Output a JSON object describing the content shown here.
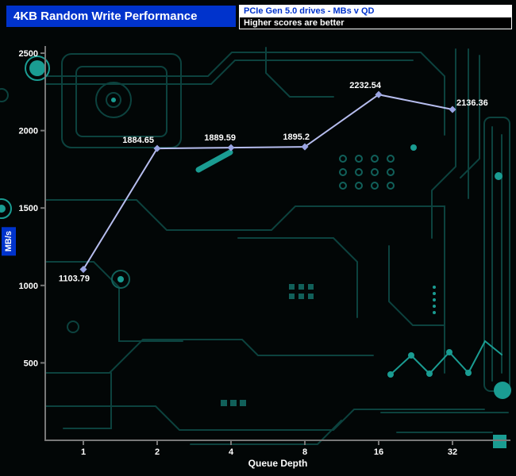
{
  "header": {
    "title": "4KB Random Write Performance",
    "info_box_line1": "PCIe Gen 5.0 drives - MBs v QD",
    "info_box_line2": "Higher scores are better"
  },
  "chart_data": {
    "type": "line",
    "title": "4KB Random Write Performance",
    "categories": [
      "1",
      "2",
      "4",
      "8",
      "16",
      "32"
    ],
    "series": [
      {
        "values": [
          1103.79,
          1884.65,
          1889.59,
          1895.2,
          2232.54,
          2136.36
        ]
      }
    ],
    "point_labels": [
      "1103.79",
      "1884.65",
      "1889.59",
      "1895.2",
      "2232.54",
      "2136.36"
    ],
    "xlabel": "Queue Depth",
    "ylabel": "MB/s",
    "ylim": [
      0,
      2500
    ],
    "yticks": [
      500,
      1000,
      1500,
      2000,
      2500
    ],
    "grid": false,
    "legend_position": "none"
  },
  "colors": {
    "title_bg": "#0033cc",
    "axis_color": "#787878",
    "line_color": "#b6bdee",
    "marker_color": "#9aa4e2",
    "circuit_dim": "#0c423e",
    "circuit_mid": "#11605a",
    "circuit_bright": "#1a9c92"
  }
}
